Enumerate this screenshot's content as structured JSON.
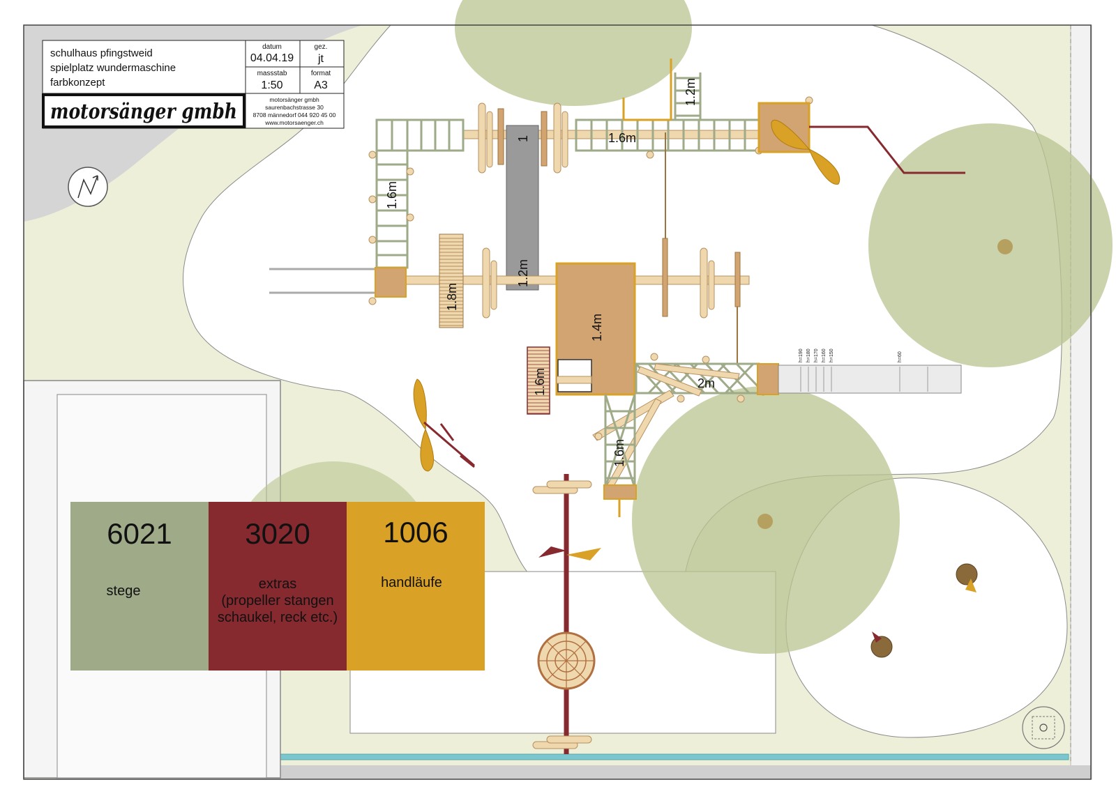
{
  "title_block": {
    "lines": [
      "schulhaus pfingstweid",
      "spielplatz wundermaschine",
      "farbkonzept"
    ],
    "datum_label": "datum",
    "datum_value": "04.04.19",
    "gez_label": "gez.",
    "gez_value": "jt",
    "massstab_label": "massstab",
    "massstab_value": "1:50",
    "format_label": "format",
    "format_value": "A3",
    "logo_text": "motorsänger gmbh",
    "company_lines": [
      "motorsänger gmbh",
      "saurenbachstrasse 30",
      "8708 männedorf 044 920 45 00",
      "www.motorsaenger.ch"
    ]
  },
  "dimensions": {
    "d1": "1.6m",
    "d2": "1.2m",
    "d3": "1.6m",
    "d4": "1",
    "d5": "1.2m",
    "d6": "1.8m",
    "d7": "1.4m",
    "d8": "1.6m",
    "d9": "2m",
    "d10": "1.6m"
  },
  "slide_heights": [
    "h=190",
    "h=180",
    "h=170",
    "h=160",
    "h=150",
    "h=60"
  ],
  "legend": [
    {
      "code": "6021",
      "label": "stege",
      "color": "#9eaa88"
    },
    {
      "code": "3020",
      "label": "extras\n(propeller stangen\nschaukel, reck etc.)",
      "color": "#862a30"
    },
    {
      "code": "1006",
      "label": "handläufe",
      "color": "#d9a126"
    }
  ],
  "colors": {
    "ground": "#eeefd9",
    "tree": "#b8c490",
    "play_area": "#ffffff",
    "platform": "#d1a472",
    "beam": "#efd7ae",
    "post": "#eed3a6",
    "net": "#9eaa88",
    "red": "#862a30",
    "yellow": "#d9a126",
    "grey": "#9a9a9a"
  }
}
